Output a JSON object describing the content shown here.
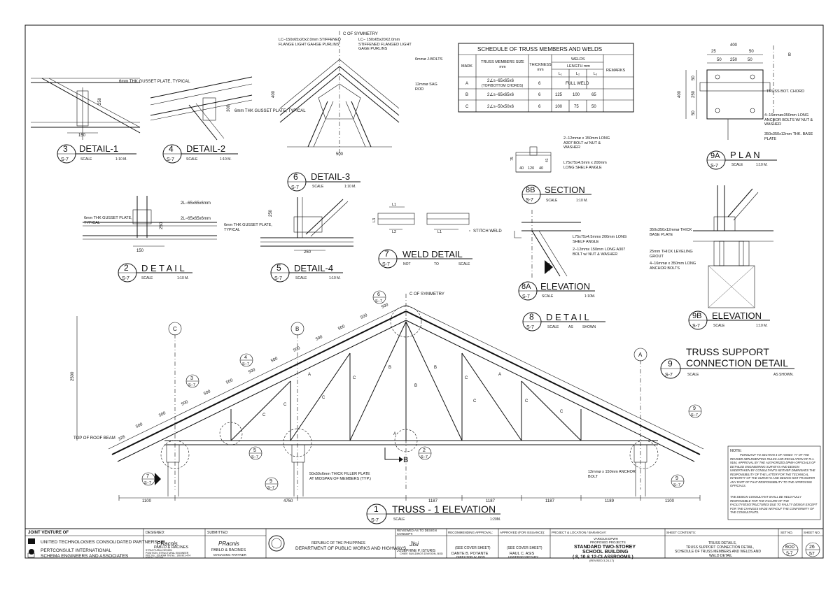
{
  "details": {
    "d3": {
      "num": "3",
      "sheet": "S-7",
      "title": "DETAIL-1",
      "scale": "SCALE",
      "scale_val": "1:10 M.",
      "gusset": "6mm THK GUSSET PLATE, TYPICAL",
      "dim1": "250",
      "dim2": "150"
    },
    "d4": {
      "num": "4",
      "sheet": "S-7",
      "title": "DETAIL-2",
      "scale": "SCALE",
      "scale_val": "1:10 M.",
      "gusset": "6mm THK GUSSET PLATE, TYPICAL",
      "dim1": "300"
    },
    "d6": {
      "num": "6",
      "sheet": "S-7",
      "title": "DETAIL-3",
      "scale": "SCALE",
      "scale_val": "1:10 M.",
      "symm": "C OF SYMMETRY",
      "purlin_l": "LC−150x65x20x2.0mm STIFFENED FLANGE LIGHT GAHGE PURLINS",
      "purlin_r": "LC− 150x65x20X2.0mm STIFFENED FLANGED LIGHT GAGE PURLINS",
      "jbolts": "6mmø J-BOLTS",
      "sagrod": "12mmø SAG ROD",
      "dim_h": "400",
      "dim_w": "500"
    },
    "d2": {
      "num": "2",
      "sheet": "S-7",
      "title": "D E T A I L",
      "scale": "SCALE",
      "scale_val": "1:10 M.",
      "angle1": "2L−65x65x6mm",
      "angle2": "2L−65x65x6mm",
      "gusset": "6mm THK GUSSET PLATE, TYPICAL",
      "dim1": "250",
      "dim2": "150"
    },
    "d5": {
      "num": "5",
      "sheet": "S-7",
      "title": "DETAIL-4",
      "scale": "SCALE",
      "scale_val": "1:10 M.",
      "gusset": "6mm THK GUSSET PLATE, TYPICAL",
      "dim1": "250",
      "dim2": "250"
    },
    "d7": {
      "num": "7",
      "sheet": "S-7",
      "title": "WELD DETAIL",
      "not": "NOT",
      "to": "TO",
      "scale": "SCALE",
      "l1": "L1",
      "l2": "L2",
      "l3": "L3",
      "stitch": "STITCH WELD"
    },
    "d8b": {
      "num": "8B",
      "sheet": "S-7",
      "title": "SECTION",
      "scale": "SCALE",
      "scale_val": "1:10 M.",
      "bolt": "2−12mmø x 150mm LONG A307 BOLT w/ NUT & WASHER",
      "angle": "L75x75x4.5mm x 200mm LONG SHELF ANGLE",
      "d40a": "40",
      "d120": "120",
      "d40b": "40",
      "d75": "75",
      "d41": "41"
    },
    "d8a": {
      "num": "8A",
      "sheet": "S-7",
      "title": "ELEVATION",
      "scale": "SCALE",
      "scale_val": "1:10M.",
      "angle": "L75x75x4.5mmx 200mm LONG SHELF ANGLE",
      "bolt": "2−12mmx 150mm LONG A307 BOLT w/ NUT & WASHER",
      "tag": "8B",
      "tagsheet": "S−7"
    },
    "d8": {
      "num": "8",
      "sheet": "S-7",
      "title": "D E T A I L",
      "scale": "SCALE",
      "as": "AS",
      "shown": "SHOWN"
    },
    "d9a": {
      "num": "9A",
      "sheet": "S-7",
      "title": "P L A N",
      "scale": "SCALE",
      "scale_val": "1:10 M.",
      "d400t": "400",
      "d25": "25",
      "d50a": "50",
      "d50b": "50",
      "d250": "250",
      "d50c": "50",
      "d400l": "400",
      "d50l": "50",
      "d250l": "250",
      "d50l2": "50",
      "chord": "TRUSS BOT. CHORD",
      "bolts": "4−16mmøx350mm LONG ANCHOR BOLTS W/ NUT & WASHER",
      "plate": "350x350x12mm THK. BASE PLATE",
      "b": "B"
    },
    "d9b": {
      "num": "9B",
      "sheet": "S-7",
      "title": "ELEVATION",
      "scale": "SCALE",
      "scale_val": "1:10 M.",
      "plate": "350x350x12mmø THICK BASE PLATE",
      "grout": "25mm THICK LEVELING GROUT",
      "bolts": "4−16mmø x 350mm LONG ANCHOR BOLTS"
    },
    "d9": {
      "num": "9",
      "sheet": "S-7",
      "title1": "TRUSS SUPPORT",
      "title2": "CONNECTION DETAIL",
      "scale": "SCALE",
      "as_shown": "AS SHOWN."
    },
    "d1": {
      "num": "1",
      "sheet": "S-7",
      "title": "TRUSS - 1  ELEVATION",
      "scale": "SCALE",
      "scale_val": "1:20M."
    }
  },
  "schedule": {
    "title": "SCHEDULE OF TRUSS MEMBERS AND WELDS",
    "h_mark": "MARK",
    "h_size": "TRUSS MEMBERS SIZE mm",
    "h_thick": "THICKNESS mm",
    "h_welds": "WELDS",
    "h_length": "LENGTH mm",
    "h_l1": "L₁",
    "h_l2": "L₂",
    "h_l3": "L₃",
    "h_remarks": "REMARKS",
    "rows": [
      {
        "mark": "A",
        "size": "2∠s−65x65x6",
        "size2": "(TOP/BOTTOM CHORDS)",
        "thick": "6",
        "weld": "FULL WELD"
      },
      {
        "mark": "B",
        "size": "2∠s−65x65x6",
        "thick": "6",
        "l1": "125",
        "l2": "100",
        "l3": "65"
      },
      {
        "mark": "C",
        "size": "2∠s−50x50x6",
        "thick": "6",
        "l1": "100",
        "l2": "75",
        "l3": "50"
      }
    ]
  },
  "truss": {
    "symm": "C OF SYMMETRY",
    "height": "2500",
    "roofbeam": "TOP OF ROOF BEAM",
    "gridC": "C",
    "gridB": "B",
    "gridA": "A",
    "panel": "500",
    "p328": "328",
    "filler": "50x50x6mm THICK FILLER PLATE AT MIDSPAN OF MEMBERS (TYP.)",
    "anchor": "12mmø x 150mm ANCHOR BOLT",
    "section_b": "B",
    "dims": [
      "1100",
      "4750",
      "1187",
      "1187",
      "1187",
      "1189",
      "1100"
    ],
    "m_a": "A",
    "m_b": "B",
    "m_c": "C"
  },
  "tags": {
    "t6": "6",
    "t4": "4",
    "t3": "3",
    "t5": "5",
    "t2": "2",
    "t7": "7",
    "t9a": "9",
    "t9b": "9",
    "t9c": "9",
    "s": "S−7"
  },
  "note": {
    "head": "NOTE:",
    "p1": "PURSUANT TO SECTION 4 OF ANNEX \"A\" OF THE REVISED IMPLEMENTING RULES AND REGULATION OF R.A. 9184, APPROVAL BY THE AUTHORIZED DPWH OFFICIALS OF DETAILED ENGINEERING SURVEYS AND DESIGN UNDERTAKEN BY CONSULTANTS NEITHER DIMINISHES THE RESPONSIBILITY OF THE LATTER FOR THE TECHNICAL INTEGRITY OF THE SURVEYS AND DESIGN NOR TRANSFER ANY PART OF THAT RESPONSIBILITY TO THE APPROVING OFFICIALS.",
    "p2": "THE DESIGN CONSULTANT SHALL BE HELD FULLY RESPONSIBLE FOR THE FAILURE OF THE FACILITY/IES/STRUCTURES DUE TO FAULTY DESIGN EXCEPT FOR THE CHANGES MADE WITHOUT THE CONFORMITY OF THE CONSULTANTS."
  },
  "titleblock": {
    "jv": "JOINT VENTURE OF",
    "f1": "UNITED TECHNOLOGIES CONSOLIDATED PARTNERSHIP",
    "f2": "PERTCONSULT INTERNATIONAL",
    "f3": "SCHEMA ENGINEERS AND ASSOCIATES",
    "designed": "DESIGNED:",
    "designer": "PABLO & RACINES",
    "des_role": "STRUCTURAL DESIGN",
    "des_pos": "POSITION: STRUCTURAL ENGINEER",
    "des_prc": "PRC No.: 0014084    TIN No.: 196-901-474",
    "des_ptr": "PTR No.: 2181024",
    "submitted": "SUBMITTED:",
    "submitter": "PABLO & RACINES",
    "sub_role": "MANAGING PARTNER",
    "rep": "REPUBLIC OF THE PHILIPPINES",
    "dept": "DEPARTMENT OF PUBLIC  WORKS AND HIGHWAYS",
    "reviewed": "REVIEWED AS TO DESIGN CONCEPT:",
    "rev_name": "JOSEPHINE P. ISTURIS",
    "rev_pos": "CHIEF, BUILDINGS DIVISION, BOD",
    "recommending": "RECOMMENDING APPROVAL:",
    "rec_see": "(SEE COVER SHEET)",
    "rec_name": "DANTE B. POTANTE",
    "rec_pos": "DIRECTOR IV, BOD",
    "approved": "APPROVED (FOR ISSUANCE):",
    "app_see": "(SEE COVER SHEET)",
    "app_name": "RAUL C. ASIS",
    "app_pos": "UNDERSECRETARY",
    "project": "PROJECT & LOCATION / BARANGAY:",
    "proj1": "VARIOUS DPWH",
    "proj2": "PROPOSED PROJECTS",
    "proj3": "STANDARD TWO-STOREY",
    "proj4": "SCHOOL BUILDING",
    "proj5": "( 8, 10 & 12-CLASSROOMS )",
    "proj6": "(REVISED 3-24-17)",
    "sheet": "SHEET CONTENTS:",
    "sc1": "TRUSS DETAILS,",
    "sc2": "TRUSS SUPPORT CONNECTION DETAIL,",
    "sc3": "SCHEDULE OF TRUSS MEMBERS AND WELDS AND",
    "sc4": "WELD DETAIL",
    "setno": "SET NO.",
    "set1": "BOD",
    "set2": "S-7",
    "sheetno": "SHEET NO.",
    "sh1": "26",
    "sh2": "57"
  }
}
